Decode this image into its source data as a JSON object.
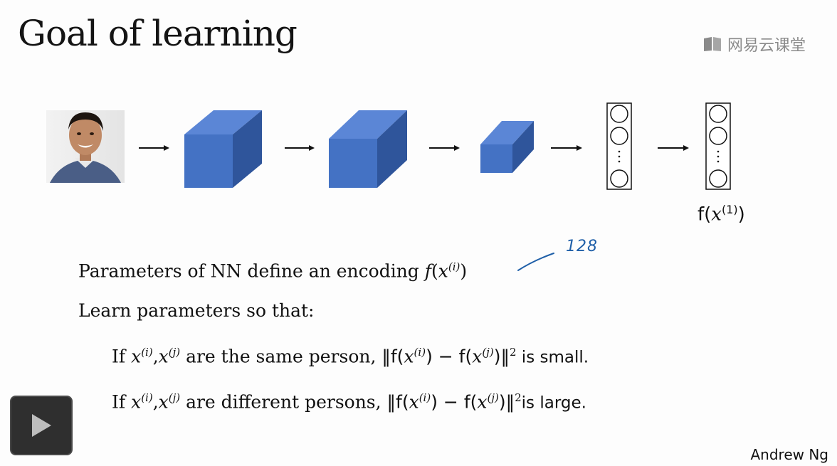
{
  "slide": {
    "title": "Goal of learning",
    "brand": {
      "text": "网易云课堂",
      "icon": "book-icon"
    },
    "output_label": {
      "f": "f(",
      "x": "x",
      "sup": "(1)",
      "close": ")"
    },
    "line1": {
      "prefix": "Parameters of NN define an encoding ",
      "fx": "f",
      "open": "(",
      "x": "x",
      "sup": "(i)",
      "close": ")"
    },
    "annotation": "128",
    "line2": "Learn parameters so that:",
    "line3": {
      "if": "If ",
      "xi": "x",
      "xi_sup": "(i)",
      "comma": ",",
      "xj": "x",
      "xj_sup": "(j)",
      "mid": " are the same person, ",
      "norm_open": "‖f(",
      "n_xi": "x",
      "n_xi_sup": "(i)",
      "minus": ") − f(",
      "n_xj": "x",
      "n_xj_sup": "(j)",
      "norm_close": ")‖",
      "sq": "2",
      "tail": " is small."
    },
    "line4": {
      "if": "If ",
      "xi": "x",
      "xi_sup": "(i)",
      "comma": ",",
      "xj": "x",
      "xj_sup": "(j)",
      "mid": " are different persons, ",
      "norm_open": "‖f(",
      "n_xi": "x",
      "n_xi_sup": "(i)",
      "minus": ") − f(",
      "n_xj": "x",
      "n_xj_sup": "(j)",
      "norm_close": ")‖",
      "sq": "2",
      "tail": "is large."
    },
    "author": "Andrew Ng"
  },
  "player": {
    "play_icon": "play-icon"
  },
  "colors": {
    "cube_front": "#4472c4",
    "cube_top": "#5b86d6",
    "cube_side": "#2f559b",
    "annotation": "#1f5fa8"
  }
}
